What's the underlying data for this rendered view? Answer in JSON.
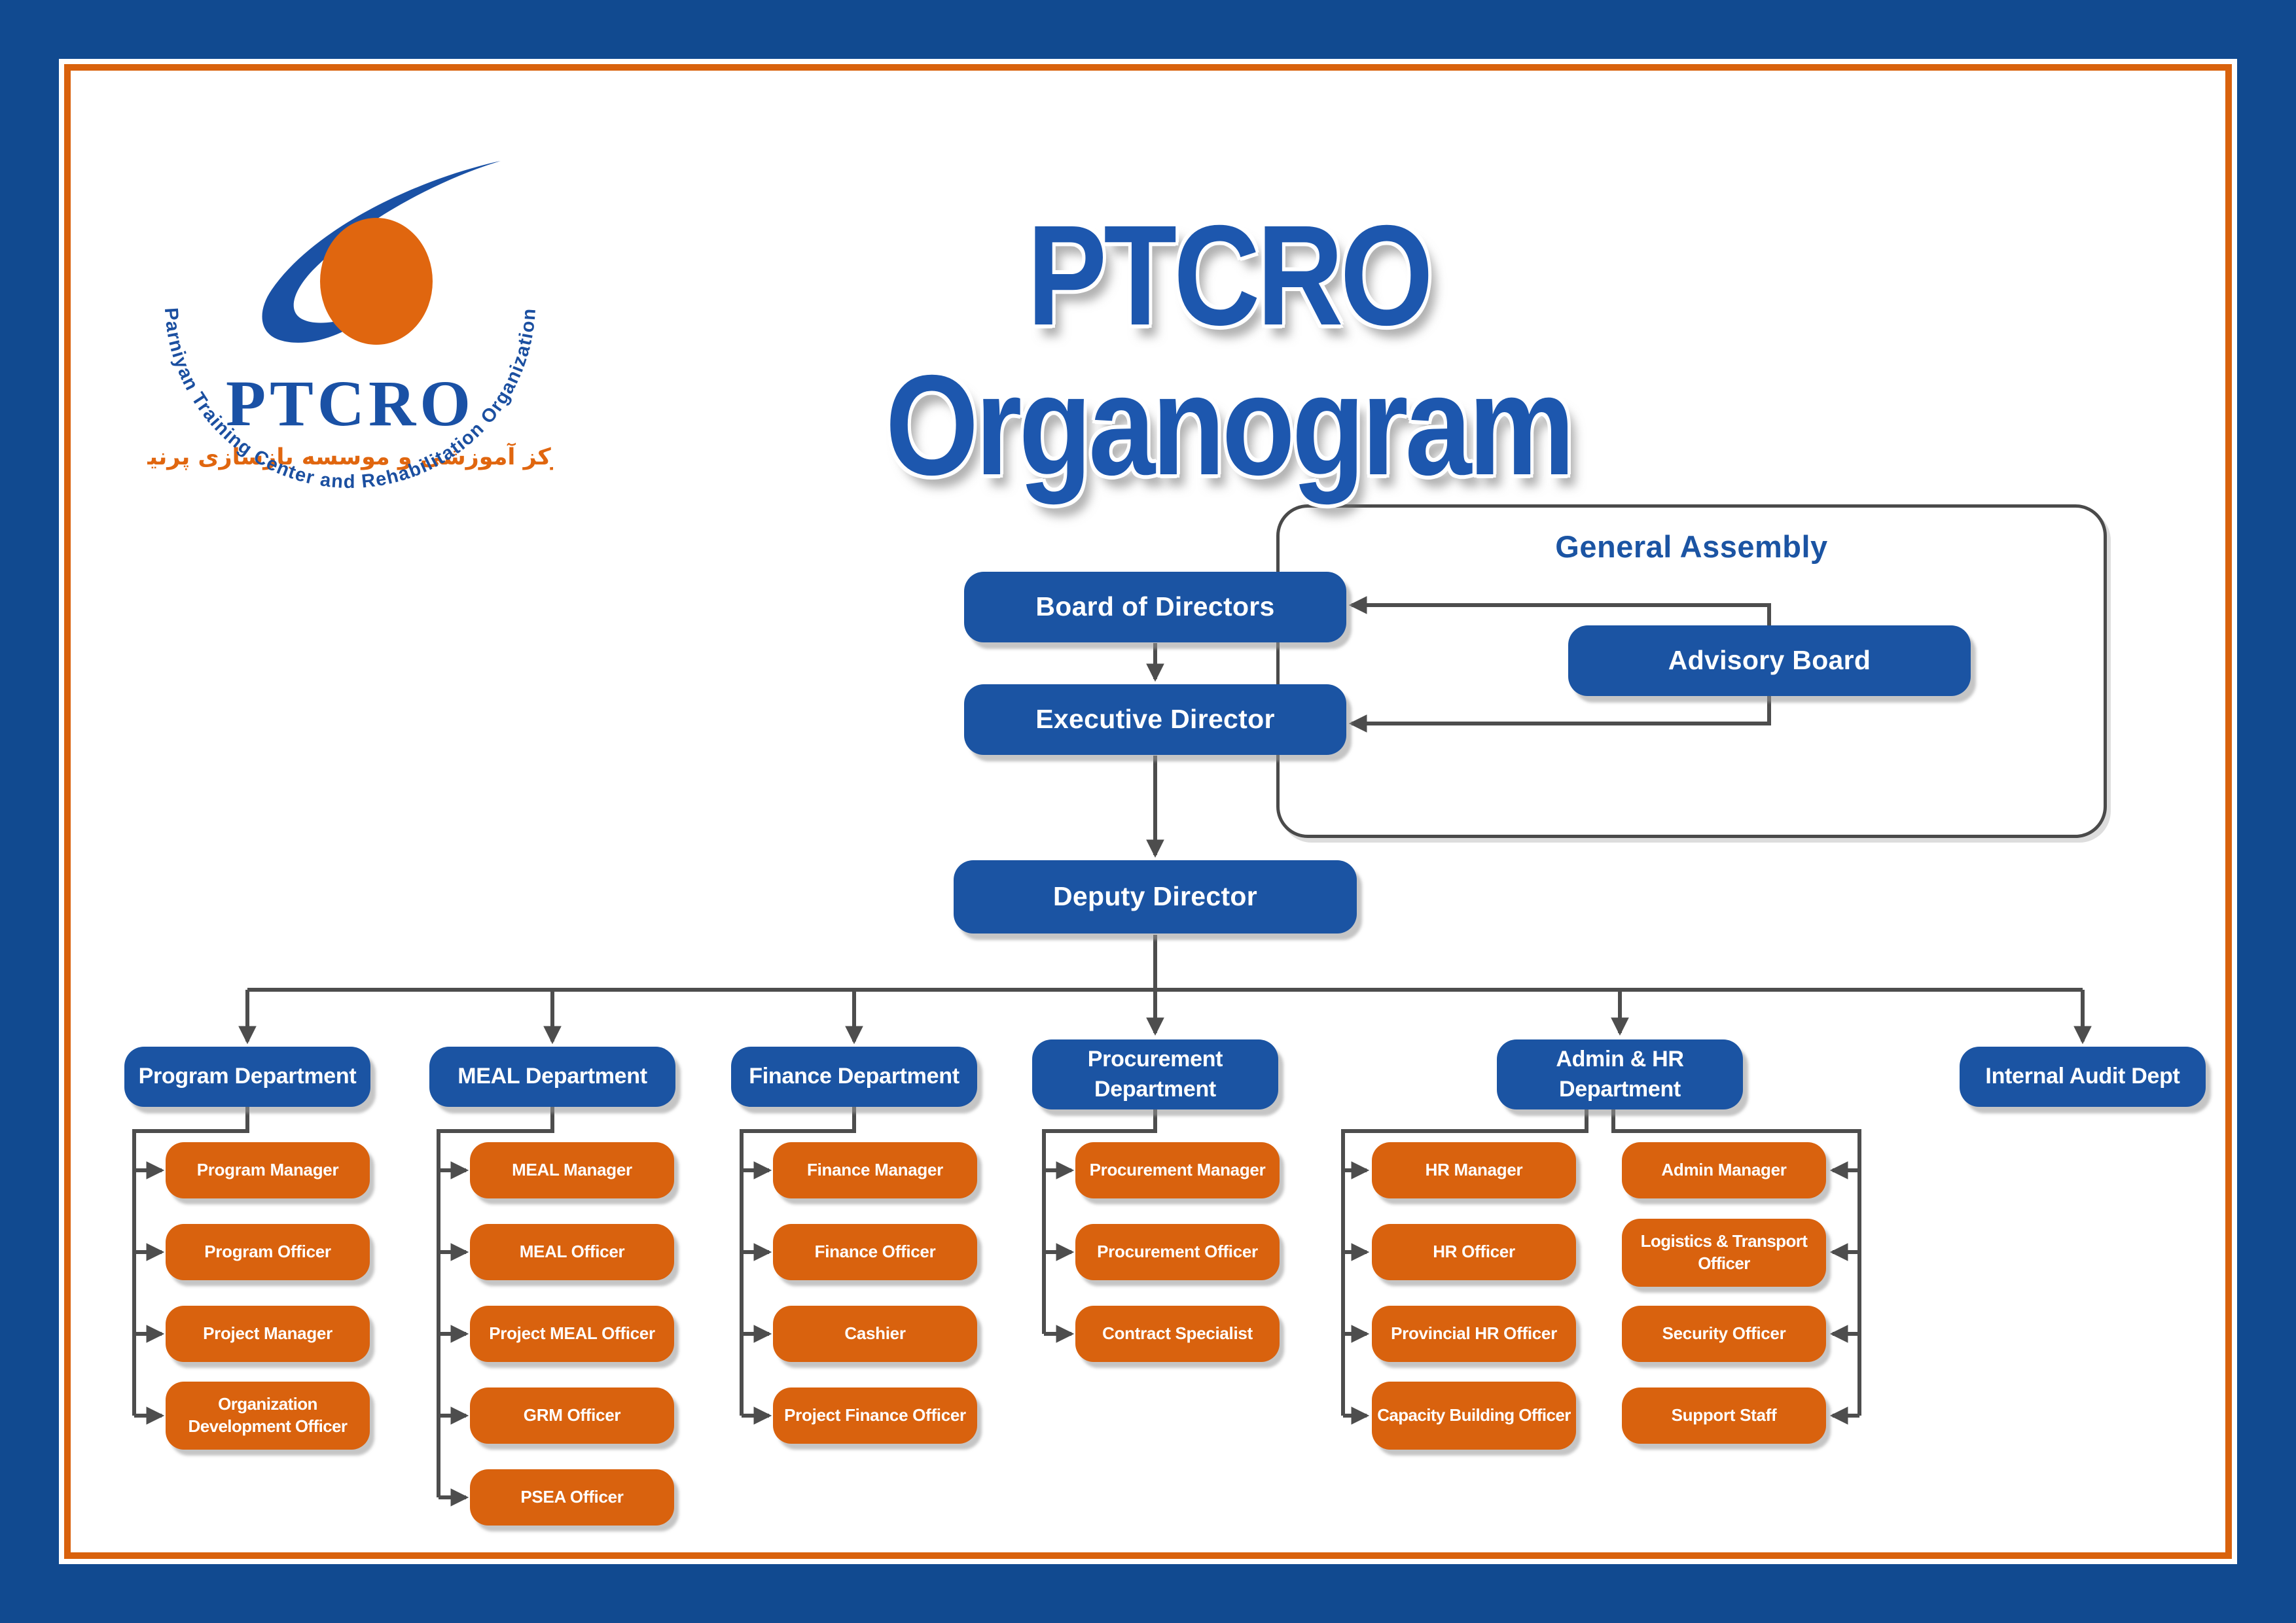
{
  "title": "PTCRO Organogram",
  "logo": {
    "acronym": "PTCRO",
    "native_name": "مرکز آموزشی و موسسه بازسازی پرنیان",
    "ring_text": "Parniyan Training Center and Rehabilitation Organization"
  },
  "governance": {
    "general_assembly": "General Assembly",
    "board": "Board of Directors",
    "advisory": "Advisory Board",
    "executive": "Executive Director",
    "deputy": "Deputy Director"
  },
  "departments": [
    {
      "label": "Program Department",
      "roles": [
        "Program Manager",
        "Program Officer",
        "Project Manager",
        "Organization Development Officer"
      ]
    },
    {
      "label": "MEAL Department",
      "roles": [
        "MEAL Manager",
        "MEAL Officer",
        "Project MEAL Officer",
        "GRM Officer",
        "PSEA Officer"
      ]
    },
    {
      "label": "Finance Department",
      "roles": [
        "Finance Manager",
        "Finance Officer",
        "Cashier",
        "Project Finance Officer"
      ]
    },
    {
      "label": "Procurement Department",
      "roles": [
        "Procurement Manager",
        "Procurement Officer",
        "Contract Specialist"
      ]
    },
    {
      "label": "Admin & HR Department",
      "roles_left": [
        "HR Manager",
        "HR Officer",
        "Provincial HR Officer",
        "Capacity Building Officer"
      ],
      "roles_right": [
        "Admin Manager",
        "Logistics & Transport Officer",
        "Security Officer",
        "Support Staff"
      ]
    },
    {
      "label": "Internal Audit Dept",
      "roles": []
    }
  ],
  "colors": {
    "box_blue": "#1b54a3",
    "title_blue": "#1d57ae",
    "accent_orange": "#d9620e",
    "frame_blue": "#114a90",
    "frame_orange": "#d9620d",
    "connector_gray": "#4d4d4d"
  }
}
